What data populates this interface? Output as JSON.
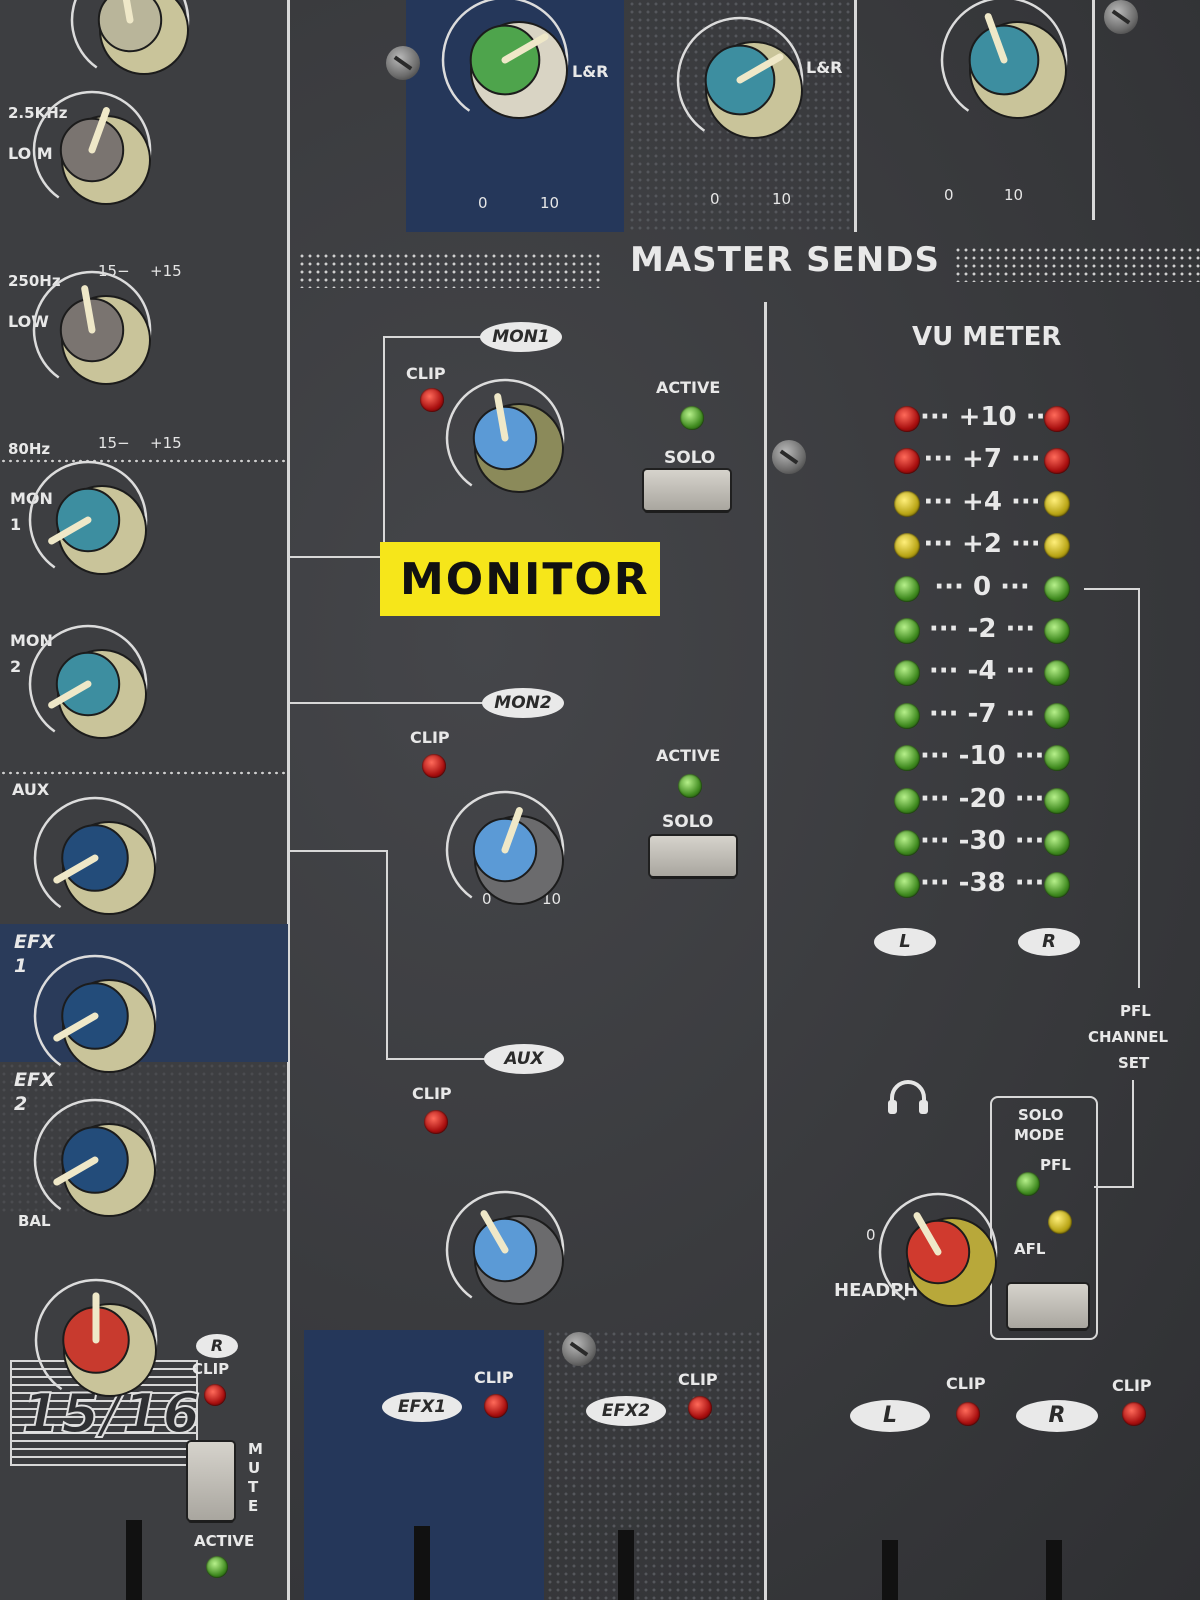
{
  "left_strip": {
    "eq_freq_mid": "2.5KHz",
    "eq_band_mid": "LO M",
    "eq_freq_low": "250Hz",
    "eq_band_low": "LOW",
    "eq_freq_80": "80Hz",
    "mon1": "MON 1",
    "mon2": "MON 2",
    "aux": "AUX",
    "efx1": "EFX 1",
    "efx2": "EFX 2",
    "bal": "BAL",
    "r": "R",
    "clip": "CLIP",
    "channel": "15/16",
    "mute": "MUTE",
    "active": "ACTIVE"
  },
  "top": {
    "lr_a": "L&R",
    "lr_b": "L&R"
  },
  "master_sends": {
    "title": "MASTER SENDS",
    "mon1_tag": "MON1",
    "mon1_clip": "CLIP",
    "mon1_active": "ACTIVE",
    "mon1_solo": "SOLO",
    "monitor_sticker": "MONITOR",
    "mon2_tag": "MON2",
    "mon2_clip": "CLIP",
    "mon2_active": "ACTIVE",
    "mon2_solo": "SOLO",
    "aux_tag": "AUX",
    "aux_clip": "CLIP",
    "efx1_tag": "EFX1",
    "efx1_clip": "CLIP",
    "efx2_tag": "EFX2",
    "efx2_clip": "CLIP"
  },
  "vu_meter": {
    "title": "VU METER",
    "levels": [
      "+10",
      "+7",
      "+4",
      "+2",
      "0",
      "-2",
      "-4",
      "-7",
      "-10",
      "-20",
      "-30",
      "-38"
    ],
    "led_colors": [
      "red",
      "red",
      "yellow",
      "yellow",
      "green",
      "green",
      "green",
      "green",
      "green",
      "green",
      "green",
      "green"
    ],
    "left": "L",
    "right": "R"
  },
  "pfl": {
    "line1": "PFL",
    "line2": "CHANNEL",
    "line3": "SET"
  },
  "solo_mode": {
    "line1": "SOLO",
    "line2": "MODE",
    "pfl": "PFL",
    "afl": "AFL"
  },
  "headphones": {
    "label": "HEADPHONES",
    "icon": "headphones-icon"
  },
  "outputs": {
    "left": "L",
    "left_clip": "CLIP",
    "right": "R",
    "right_clip": "CLIP"
  },
  "scales": {
    "zero": "0",
    "ten": "10",
    "fifteen_minus": "15−",
    "fifteen_plus": "+15"
  }
}
